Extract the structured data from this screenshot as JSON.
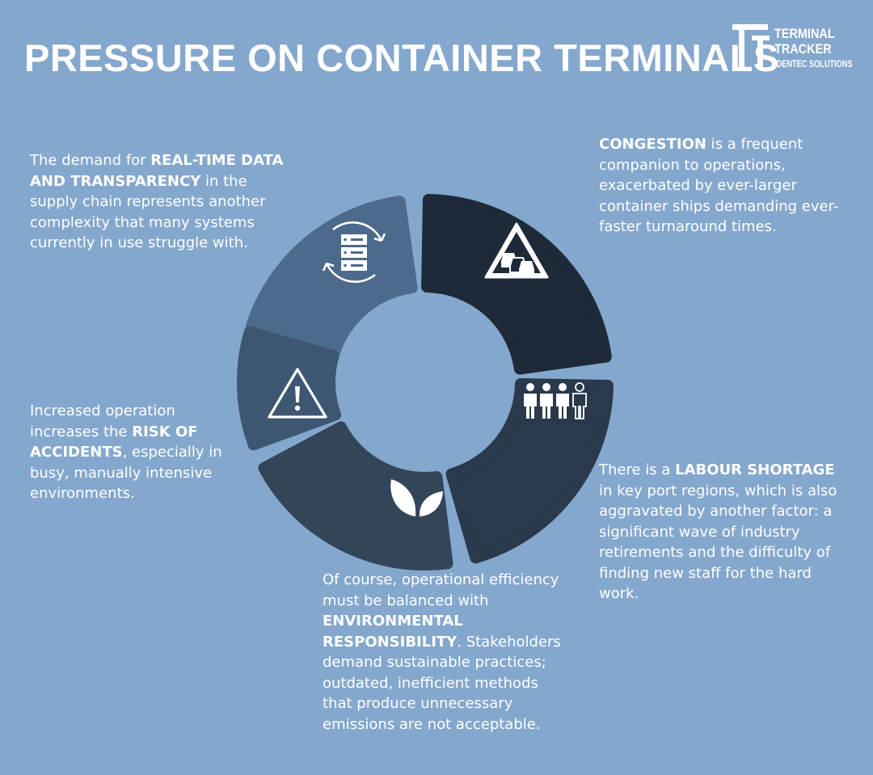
{
  "header": {
    "title": "PRESSURE ON CONTAINER TERMINALS",
    "logo": {
      "line1": "TERMINAL",
      "line2": "TRACKER",
      "subline": "IDENTEC SOLUTIONS"
    }
  },
  "segments": [
    {
      "id": "realtime",
      "color": "#4c6a8b",
      "icon": "server-sync-icon"
    },
    {
      "id": "congestion",
      "color": "#1f2a38",
      "icon": "traffic-warning-icon"
    },
    {
      "id": "labour",
      "color": "#2a394c",
      "icon": "workers-icon"
    },
    {
      "id": "environment",
      "color": "#334559",
      "icon": "leaves-icon"
    },
    {
      "id": "accidents",
      "color": "#3d5672",
      "icon": "warning-icon"
    }
  ],
  "blocks": {
    "realtime": {
      "pre": "The demand for ",
      "bold": "REAL-TIME DATA AND TRANSPARENCY",
      "post": " in the supply chain represents another complexity that many systems currently in use struggle with."
    },
    "congestion": {
      "pre": "",
      "bold": "CONGESTION",
      "post": " is a frequent companion to operations, exacerbated by ever-larger container ships demanding ever-faster turnaround times."
    },
    "accidents": {
      "pre": "Increased operation increases the ",
      "bold": "RISK OF ACCIDENTS",
      "post": ", especially in busy, manually intensive environments."
    },
    "labour": {
      "pre": "There is a ",
      "bold": "LABOUR SHORTAGE",
      "post": " in key port regions, which is also aggravated by another factor: a significant wave of industry retirements and the difficulty of finding new staff for the hard work."
    },
    "environment": {
      "pre": "Of course, operational efficiency must be balanced with ",
      "bold": "ENVIRONMENTAL RESPONSIBILITY",
      "post": ". Stakeholders demand sustainable practices; outdated, inefficient methods that produce unnecessary emissions are not acceptable."
    }
  }
}
